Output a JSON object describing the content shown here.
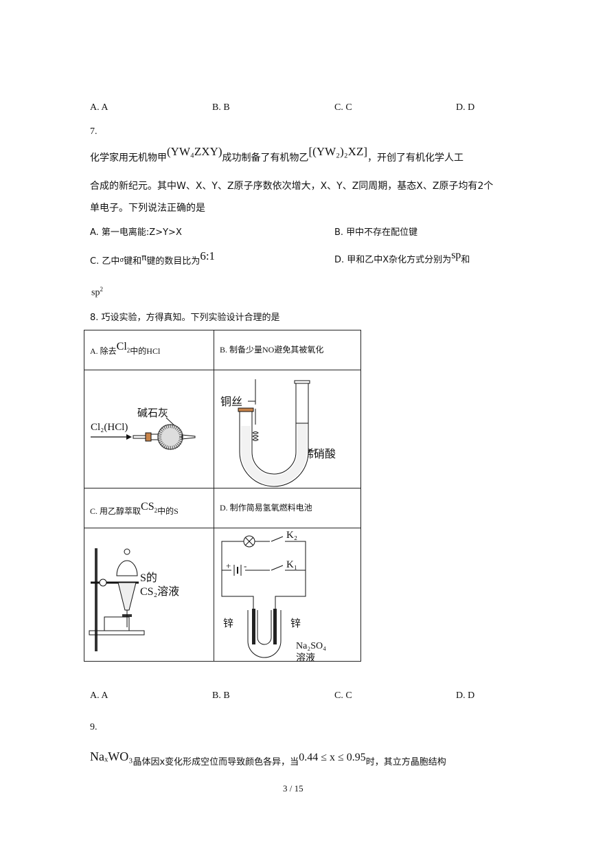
{
  "q6_options": [
    "A. A",
    "B. B",
    "C. C",
    "D. D"
  ],
  "q7": {
    "number": "7.",
    "stem_1a": "化学家用无机物甲",
    "formula_jia": "(YW₄ZXY)",
    "stem_1b": "成功制备了有机物乙",
    "formula_yi": "[(YW₂)₂XZ]",
    "stem_1c": "，开创了有机化学人工",
    "stem_2": "合成的新纪元。其中W、X、Y、Z原子序数依次增大，X、Y、Z同周期，基态X、Z原子均有2个",
    "stem_3": "单电子。下列说法正确的是",
    "option_a": "A. 第一电离能:Z>Y>X",
    "option_b": "B. 甲中不存在配位键",
    "option_c_1": "C. 乙中",
    "option_c_sigma": "σ",
    "option_c_2": "键和",
    "option_c_pi": "π",
    "option_c_3": "键的数目比为",
    "option_c_ratio": "6:1",
    "option_d_1": "D. 甲和乙中X杂化方式分别为",
    "option_d_sp": "sp",
    "option_d_2": "和",
    "option_d_sp2": "sp",
    "option_d_sp2_sup": "2"
  },
  "q8": {
    "stem": "8. 巧设实验，方得真知。下列实验设计合理的是",
    "cells": {
      "a_label_1": "A. 除去",
      "a_label_formula": "Cl",
      "a_label_sub": "2",
      "a_label_2": "中的HCl",
      "b_label": "B. 制备少量NO避免其被氧化",
      "c_label_1": "C. 用乙醇萃取",
      "c_label_formula": "CS",
      "c_label_sub": "2",
      "c_label_2": "中的S",
      "d_label": "D. 制作简易氢氧燃料电池"
    },
    "diagram_a": {
      "gas": "Cl₂(HCl)",
      "reagent": "碱石灰"
    },
    "diagram_b": {
      "wire": "铜丝",
      "acid": "稀硝酸"
    },
    "diagram_c": {
      "label_1": "S的",
      "label_2": "CS₂溶液"
    },
    "diagram_d": {
      "k2": "K₂",
      "k1": "K₁",
      "plus": "+",
      "minus": "-",
      "left_electrode": "锌",
      "right_electrode": "锌",
      "solution_1": "Na₂SO₄",
      "solution_2": "溶液"
    },
    "options": [
      "A. A",
      "B. B",
      "C. C",
      "D. D"
    ]
  },
  "q9": {
    "number": "9.",
    "formula": "NaₓWO₃",
    "stem_1": "晶体因x变化形成空位而导致颜色各异，当",
    "range": "0.44 ≤ x ≤ 0.95",
    "stem_2": "时，其立方晶胞结构"
  },
  "footer": {
    "page": "3 / 15"
  },
  "colors": {
    "stopper": "#c8844a"
  }
}
